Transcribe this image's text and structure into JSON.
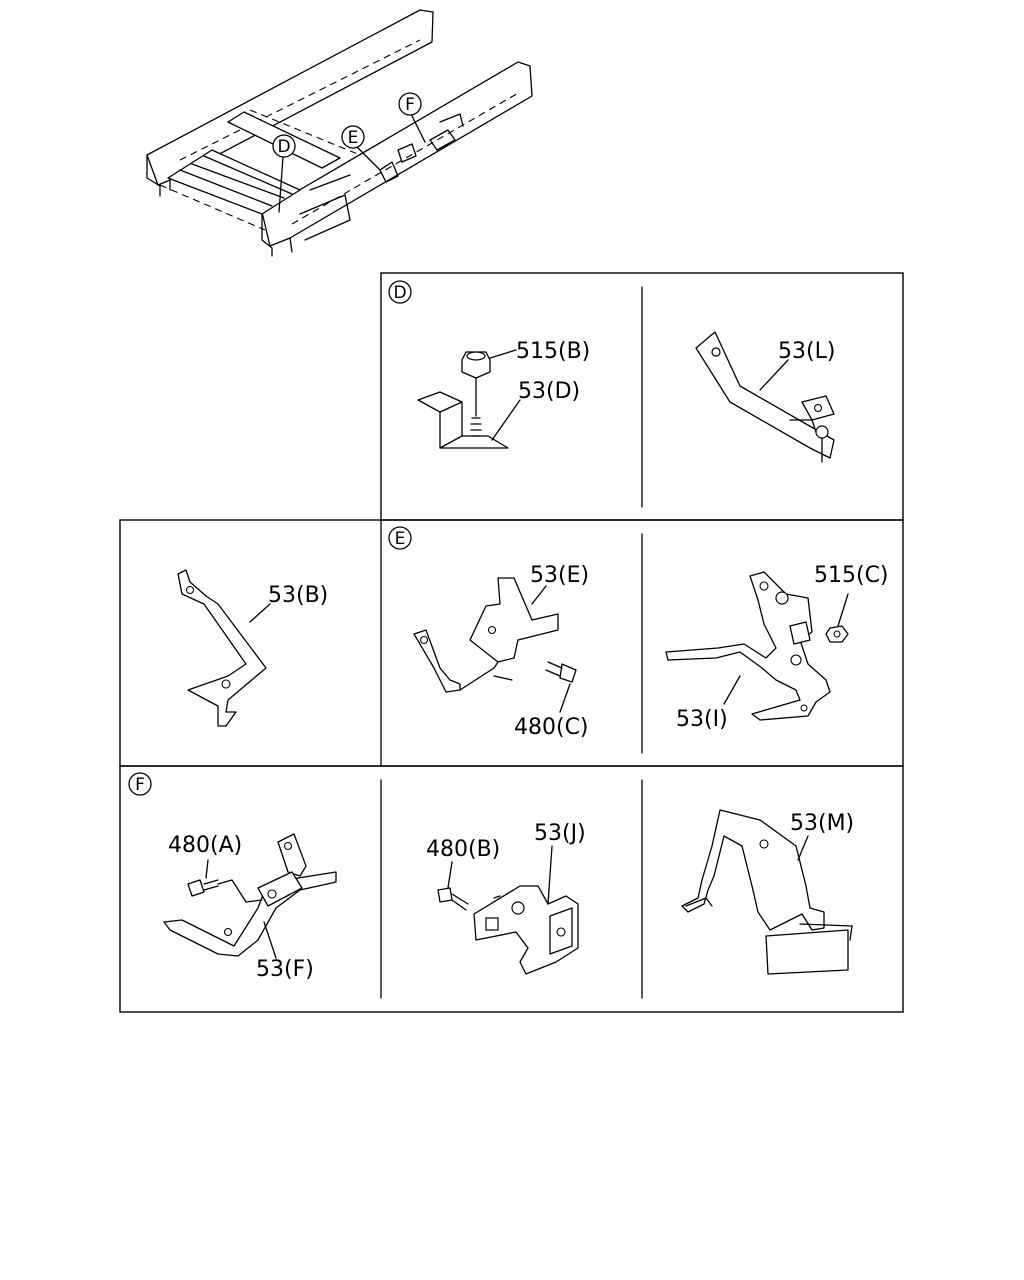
{
  "overview": {
    "refs": [
      "D",
      "E",
      "F"
    ]
  },
  "sections": {
    "D": {
      "letter": "D",
      "cells": [
        {
          "labels": [
            "515(B)",
            "53(D)"
          ]
        },
        {
          "labels": [
            "53(L)"
          ]
        }
      ]
    },
    "E": {
      "letter": "E",
      "cells": [
        {
          "labels": [
            "53(B)"
          ]
        },
        {
          "labels": [
            "53(E)",
            "480(C)"
          ]
        },
        {
          "labels": [
            "515(C)",
            "53(I)"
          ]
        }
      ]
    },
    "F": {
      "letter": "F",
      "cells": [
        {
          "labels": [
            "480(A)",
            "53(F)"
          ]
        },
        {
          "labels": [
            "480(B)",
            "53(J)"
          ]
        },
        {
          "labels": [
            "53(M)"
          ]
        }
      ]
    }
  }
}
